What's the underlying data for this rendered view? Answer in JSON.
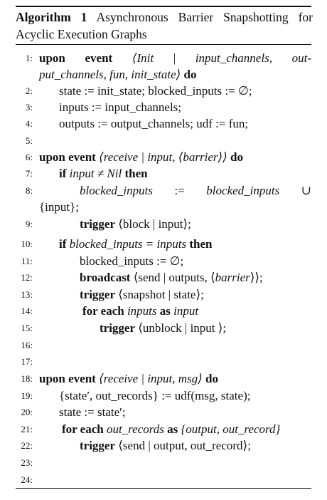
{
  "algorithm": {
    "label": "Algorithm 1",
    "title_line1_rest": "Asynchronous Barrier Snapshotting for",
    "title_line2": "Acyclic Execution Graphs"
  },
  "lines": [
    {
      "num": "1:",
      "parts": [
        "upon",
        "event",
        "⟨Init",
        "|",
        "input_channels,",
        "out-"
      ]
    },
    {
      "num": "",
      "text": "put_channels, fun, init_state⟩",
      "kw": "do"
    },
    {
      "num": "2:",
      "text": "state := init_state; blocked_inputs := ∅;"
    },
    {
      "num": "3:",
      "text": "inputs := input_channels;"
    },
    {
      "num": "4:",
      "text": "outputs := output_channels; udf := fun;"
    },
    {
      "num": "5:",
      "text": ""
    },
    {
      "num": "6:",
      "kw": "upon event",
      "text": "⟨receive | input, ⟨barrier⟩⟩",
      "kw2": "do"
    },
    {
      "num": "7:",
      "kw": "if",
      "text": "input ≠ Nil",
      "kw2": "then"
    },
    {
      "num": "8:",
      "parts": [
        "blocked_inputs",
        ":=",
        "blocked_inputs",
        "∪"
      ]
    },
    {
      "num": "",
      "text": "{input};"
    },
    {
      "num": "9:",
      "kw": "trigger",
      "text": "⟨block | input⟩;"
    },
    {
      "num": "10:",
      "kw": "if",
      "text": "blocked_inputs = inputs",
      "kw2": "then"
    },
    {
      "num": "11:",
      "text": "blocked_inputs := ∅;"
    },
    {
      "num": "12:",
      "kw": "broadcast",
      "text_a": "⟨send | outputs, ⟨",
      "text_b": "barrier",
      "text_c": "⟩⟩;"
    },
    {
      "num": "13:",
      "kw": "trigger",
      "text": "⟨snapshot | state⟩;"
    },
    {
      "num": "14:",
      "kw": "for each",
      "text": "inputs",
      "kw2": "as",
      "text2": "input"
    },
    {
      "num": "15:",
      "kw": "trigger",
      "text": "⟨unblock | input ⟩;"
    },
    {
      "num": "16:",
      "text": ""
    },
    {
      "num": "17:",
      "text": ""
    },
    {
      "num": "18:",
      "kw": "upon event",
      "text": "⟨receive | input, msg⟩",
      "kw2": "do"
    },
    {
      "num": "19:",
      "text": "{state′, out_records} := udf(msg, state);"
    },
    {
      "num": "20:",
      "text": "state := state′;"
    },
    {
      "num": "21:",
      "kw": "for each",
      "text": "out_records",
      "kw2": "as",
      "text2": "{output, out_record}"
    },
    {
      "num": "22:",
      "kw": "trigger",
      "text": "⟨send | output, out_record⟩;"
    },
    {
      "num": "23:",
      "text": ""
    },
    {
      "num": "24:",
      "text": ""
    }
  ]
}
